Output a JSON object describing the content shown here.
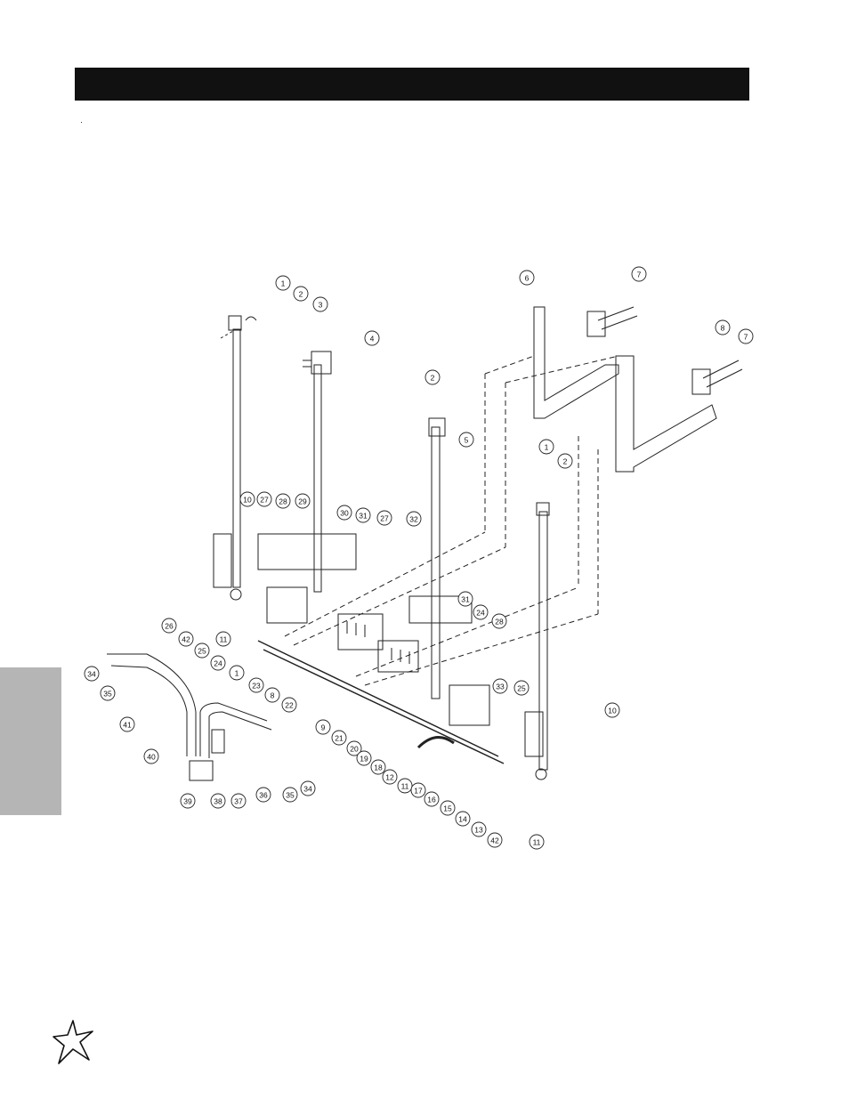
{
  "page": {
    "background": "#ffffff",
    "title_bar_color": "#111111",
    "side_tab_color": "#b5b5b5"
  },
  "diagram": {
    "callouts": [
      {
        "label": "1"
      },
      {
        "label": "2"
      },
      {
        "label": "3"
      },
      {
        "label": "4"
      },
      {
        "label": "6"
      },
      {
        "label": "7"
      },
      {
        "label": "8"
      },
      {
        "label": "7"
      },
      {
        "label": "2"
      },
      {
        "label": "5"
      },
      {
        "label": "1"
      },
      {
        "label": "2"
      },
      {
        "label": "10"
      },
      {
        "label": "27"
      },
      {
        "label": "28"
      },
      {
        "label": "29"
      },
      {
        "label": "30"
      },
      {
        "label": "31"
      },
      {
        "label": "27"
      },
      {
        "label": "32"
      },
      {
        "label": "26"
      },
      {
        "label": "42"
      },
      {
        "label": "25"
      },
      {
        "label": "11"
      },
      {
        "label": "24"
      },
      {
        "label": "31"
      },
      {
        "label": "24"
      },
      {
        "label": "28"
      },
      {
        "label": "34"
      },
      {
        "label": "35"
      },
      {
        "label": "41"
      },
      {
        "label": "1"
      },
      {
        "label": "23"
      },
      {
        "label": "8"
      },
      {
        "label": "22"
      },
      {
        "label": "9"
      },
      {
        "label": "21"
      },
      {
        "label": "20"
      },
      {
        "label": "19"
      },
      {
        "label": "18"
      },
      {
        "label": "12"
      },
      {
        "label": "11"
      },
      {
        "label": "17"
      },
      {
        "label": "16"
      },
      {
        "label": "15"
      },
      {
        "label": "14"
      },
      {
        "label": "13"
      },
      {
        "label": "42"
      },
      {
        "label": "11"
      },
      {
        "label": "33"
      },
      {
        "label": "25"
      },
      {
        "label": "10"
      },
      {
        "label": "40"
      },
      {
        "label": "39"
      },
      {
        "label": "38"
      },
      {
        "label": "37"
      },
      {
        "label": "36"
      },
      {
        "label": "35"
      },
      {
        "label": "34"
      }
    ]
  }
}
